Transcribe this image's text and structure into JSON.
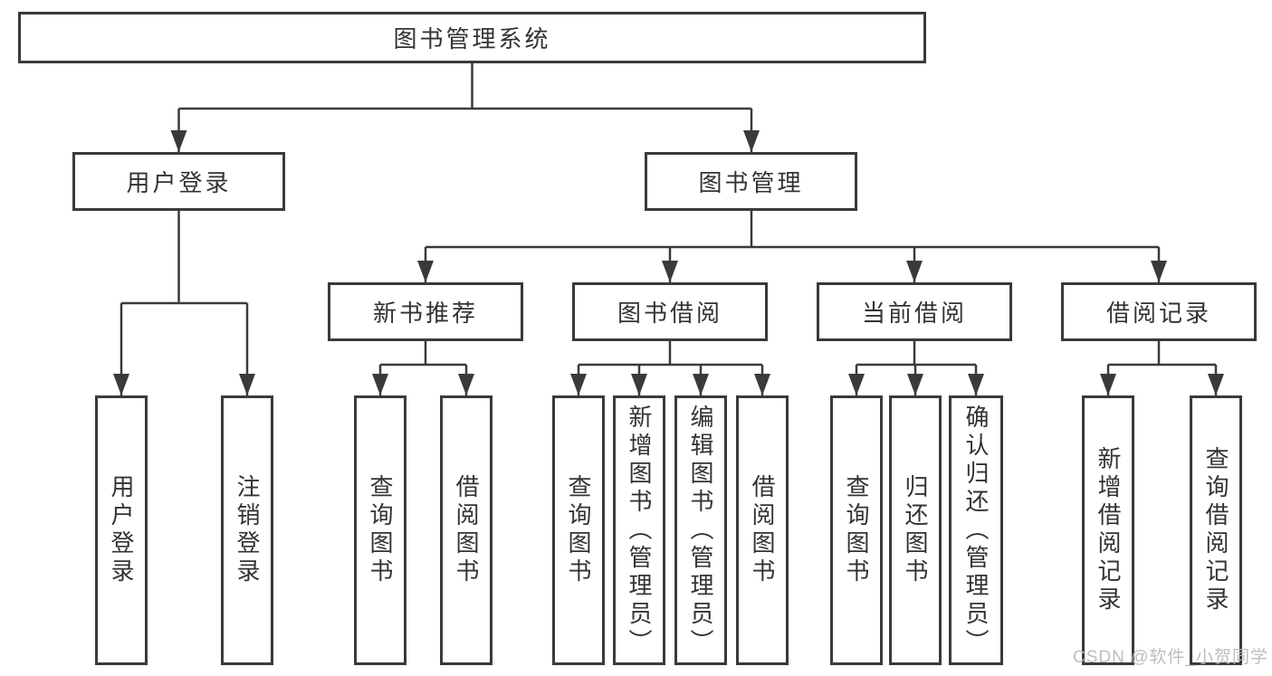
{
  "nodes": {
    "root": "图书管理系统",
    "user_login": "用户登录",
    "book_mgmt": "图书管理",
    "new_book_rec": "新书推荐",
    "book_borrow": "图书借阅",
    "current_borrow": "当前借阅",
    "borrow_record": "借阅记录",
    "leaf_user_login": "用户登录",
    "leaf_logout": "注销登录",
    "leaf_query_book_a": "查询图书",
    "leaf_borrow_book_a": "借阅图书",
    "leaf_query_book_b": "查询图书",
    "leaf_add_book": "新增图书（管理员）",
    "leaf_edit_book": "编辑图书（管理员）",
    "leaf_borrow_book_b": "借阅图书",
    "leaf_query_book_c": "查询图书",
    "leaf_return_book": "归还图书",
    "leaf_confirm_return": "确认归还（管理员）",
    "leaf_add_record": "新增借阅记录",
    "leaf_query_record": "查询借阅记录"
  },
  "watermark": "CSDN @软件_小贺同学",
  "colors": {
    "line": "#3a3a3a",
    "text": "#333333",
    "watermark": "#b8b8b8",
    "background": "#ffffff"
  }
}
